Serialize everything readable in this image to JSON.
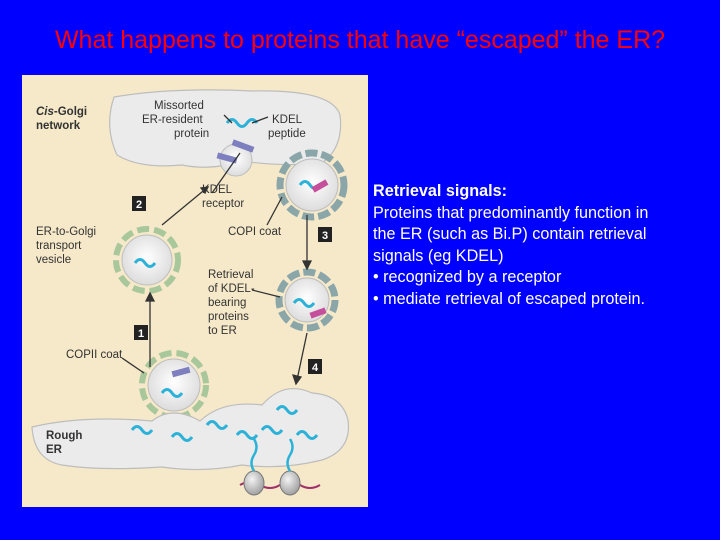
{
  "title": "What happens to proteins that have “escaped” the ER?",
  "figure": {
    "labels": {
      "cis_golgi_italic": "Cis",
      "cis_golgi_rest": "-Golgi",
      "cis_golgi_line2": "network",
      "missorted_1": "Missorted",
      "missorted_2": "ER-resident",
      "missorted_3": "protein",
      "kdel_peptide_1": "KDEL",
      "kdel_peptide_2": "peptide",
      "kdel_receptor_1": "KDEL",
      "kdel_receptor_2": "receptor",
      "copi_coat": "COPI coat",
      "transport_1": "ER-to-Golgi",
      "transport_2": "transport",
      "transport_3": "vesicle",
      "retrieval_1": "Retrieval",
      "retrieval_2": "of KDEL-",
      "retrieval_3": "bearing",
      "retrieval_4": "proteins",
      "retrieval_5": "to ER",
      "copii_coat": "COPII coat",
      "rough_1": "Rough",
      "rough_2": "ER"
    },
    "steps": [
      "1",
      "2",
      "3",
      "4"
    ],
    "colors": {
      "background": "#f6e9c9",
      "membrane": "#ebebeb",
      "copi_coat": "#8aa6a9",
      "copii_coat": "#a8c79a",
      "protein": "#2cb2d8",
      "receptor": "#7d7fbf",
      "step_box": "#222222"
    }
  },
  "text": {
    "heading": "Retrieval signals:",
    "lines": [
      "Proteins that predominantly function in",
      "the ER (such as Bi.P) contain retrieval",
      "signals (eg KDEL)",
      "• recognized by a receptor",
      "• mediate retrieval of escaped protein."
    ]
  }
}
